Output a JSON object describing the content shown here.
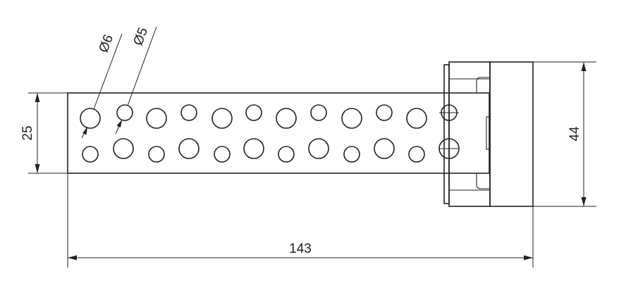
{
  "dimensions": {
    "height_plate": "25",
    "height_total": "44",
    "length_total": "143",
    "hole_large_diameter": "Ø6",
    "hole_small_diameter": "Ø5"
  }
}
